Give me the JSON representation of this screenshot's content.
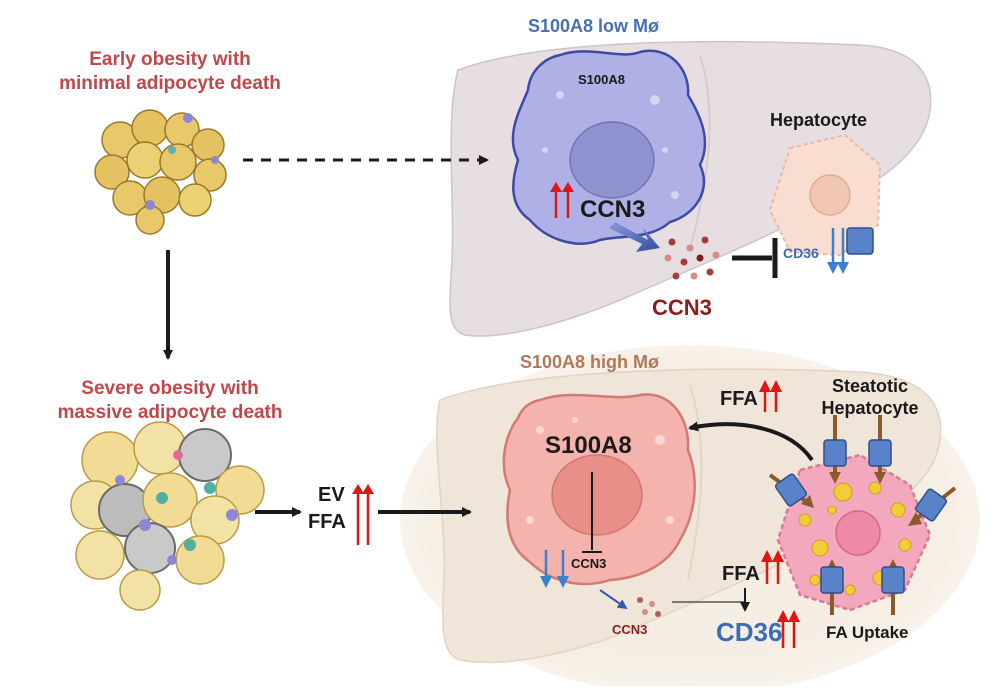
{
  "colors": {
    "obesity_title": "#c0474a",
    "low_mac_title": "#4a6fb5",
    "high_mac_title": "#b07a5a",
    "ccn3": "#8b1e1e",
    "cd36": "#3a6db5",
    "up_arrow": "#e01515",
    "down_arrow": "#3b7fd0",
    "black": "#1a1a1a",
    "brown_arrow": "#8a5a2b"
  },
  "left": {
    "early_title": "Early obesity with\nminimal adipocyte death",
    "severe_title": "Severe obesity with\nmassive adipocyte death",
    "ev_label": "EV",
    "ffa_label": "FFA"
  },
  "top_panel": {
    "title": "S100A8 low Mø",
    "macrophage_label": "S100A8",
    "ccn3_inside": "CCN3",
    "hepatocyte_label": "Hepatocyte",
    "ccn3_secreted": "CCN3",
    "cd36_label": "CD36"
  },
  "bottom_panel": {
    "title": "S100A8 high Mø",
    "macrophage_label": "S100A8",
    "ccn3_inside": "CCN3",
    "ccn3_secreted": "CCN3",
    "ffa_top": "FFA",
    "ffa_mid": "FFA",
    "cd36_label": "CD36",
    "steatotic_title": "Steatotic\nHepatocyte",
    "fa_uptake": "FA Uptake"
  }
}
